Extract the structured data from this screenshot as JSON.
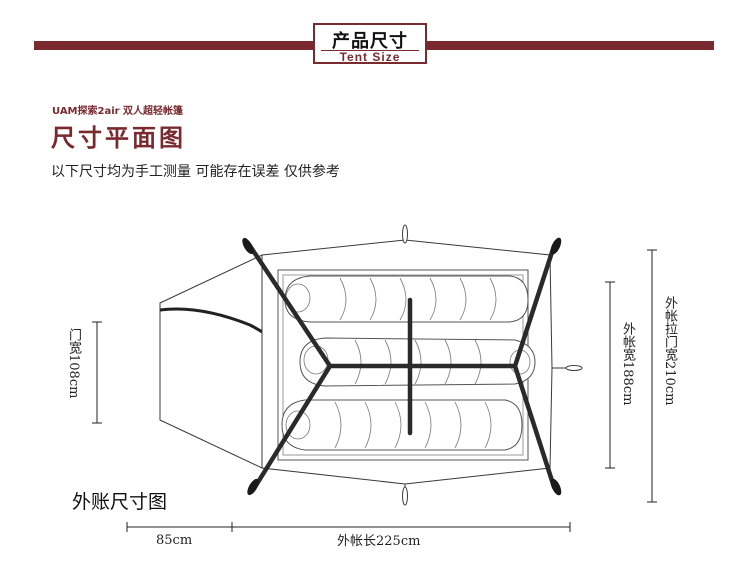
{
  "header": {
    "title_cn": "产品尺寸",
    "title_en": "Tent Size"
  },
  "product": {
    "subtitle": "UAM探索2air  双人超轻帐篷",
    "heading": "尺寸平面图",
    "note": "以下尺寸均为手工测量  可能存在误差  仅供参考"
  },
  "diagram": {
    "caption": "外账尺寸图",
    "labels": {
      "door_width": "门宽108cm",
      "inner_width": "外帐宽188cm",
      "outer_pull_door_width": "外帐拉门宽210cm",
      "vestibule_length": "85cm",
      "outer_length": "外帐长225cm"
    }
  },
  "colors": {
    "accent": "#7a2a2e",
    "line": "#2a2a2a"
  }
}
